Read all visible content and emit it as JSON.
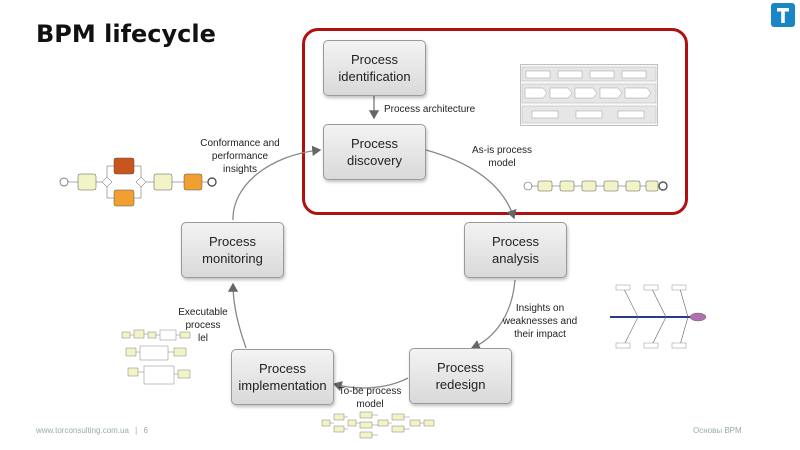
{
  "title": "BPM lifecycle",
  "boxes": {
    "identification": "Process\nidentification",
    "discovery": "Process\ndiscovery",
    "analysis": "Process\nanalysis",
    "redesign": "Process\nredesign",
    "implementation": "Process\nimplementation",
    "monitoring": "Process\nmonitoring"
  },
  "labels": {
    "architecture": "Process architecture",
    "asis": "As-is process\nmodel",
    "insights": "Insights on\nweaknesses and\ntheir impact",
    "tobe": "To-be process\nmodel",
    "executable": "Executable\nprocess\nlel",
    "conformance": "Conformance and\nperformance\ninsights"
  },
  "footer": {
    "site": "www.torconsulting.com.ua",
    "separator": "|",
    "page": "6",
    "right": "Основы BPM"
  },
  "colors": {
    "highlight": "#b01010",
    "accent": "#1a86c8"
  }
}
